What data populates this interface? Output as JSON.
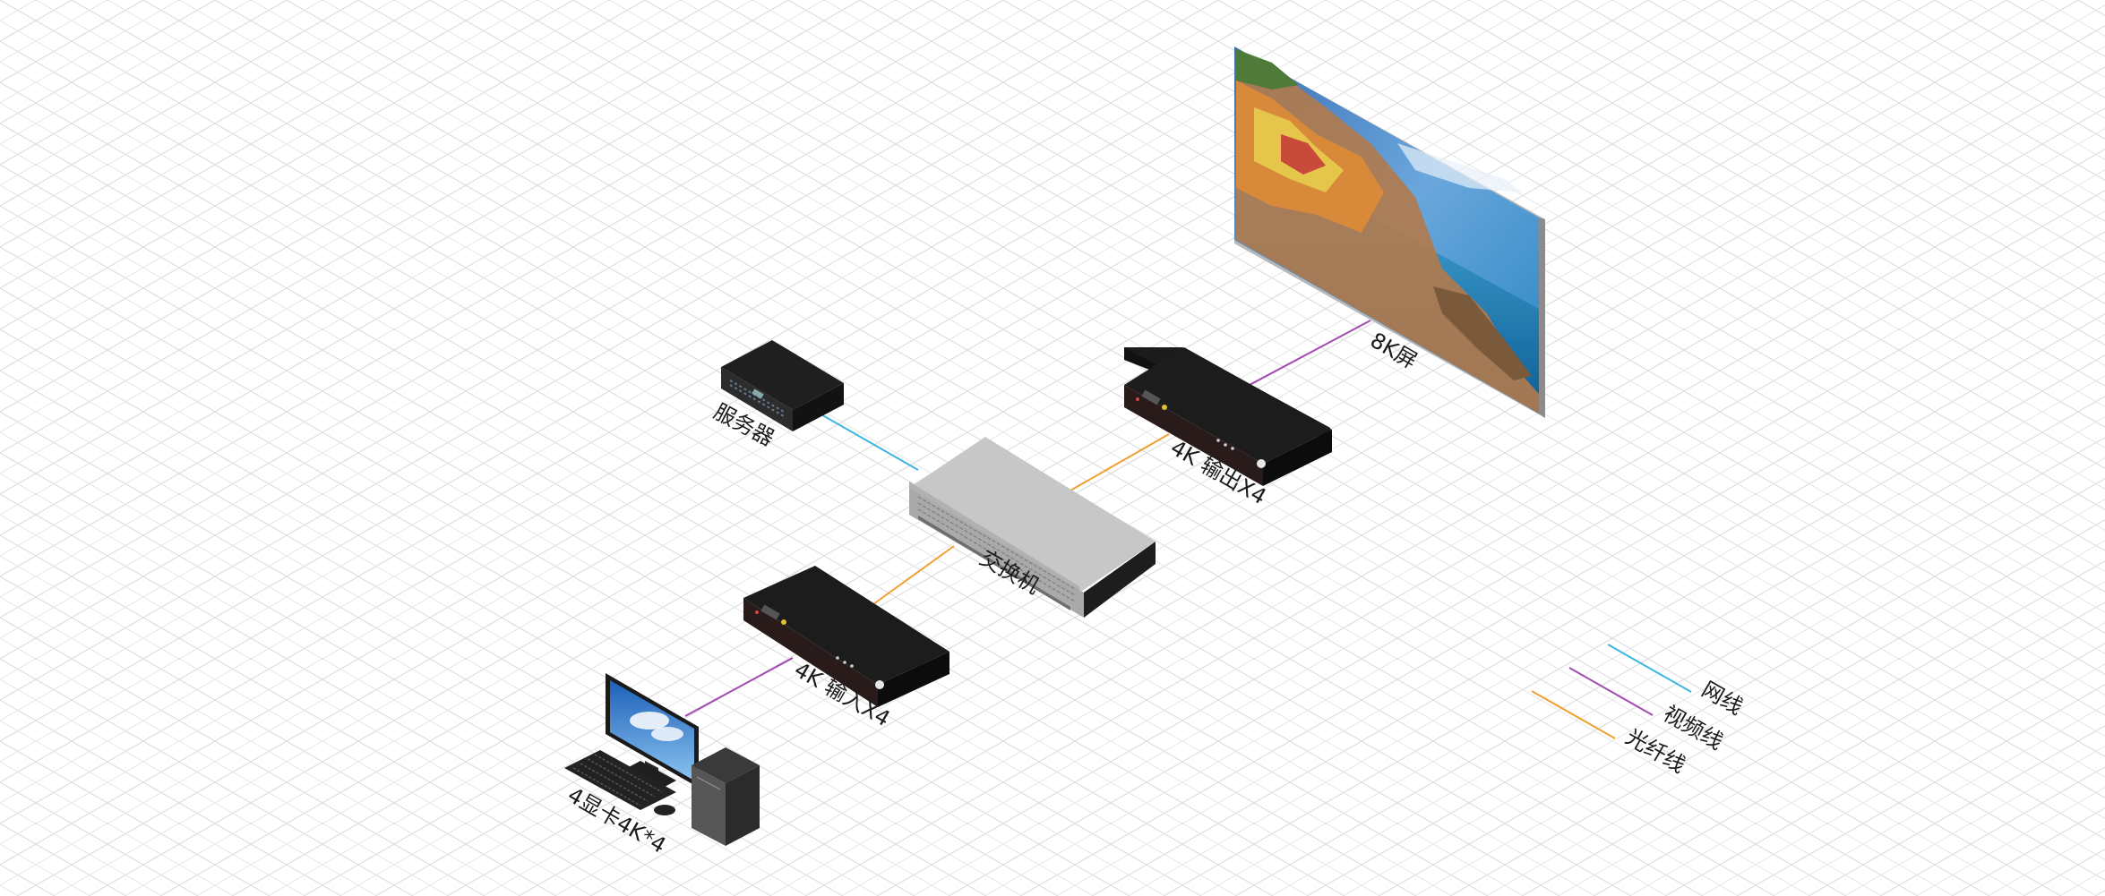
{
  "nodes": {
    "server": {
      "label": "服务器"
    },
    "switch": {
      "label": "交换机"
    },
    "output_box": {
      "label": "4K  输出X4"
    },
    "input_box": {
      "label": "4K  输入X4"
    },
    "screen_8k": {
      "label": "8K屏"
    },
    "pc": {
      "label": "4显卡4K*4"
    }
  },
  "legend": {
    "items": [
      {
        "label": "网线",
        "color": "#3db6e3"
      },
      {
        "label": "视频线",
        "color": "#a24bb0"
      },
      {
        "label": "光纤线",
        "color": "#f0a030"
      }
    ]
  },
  "connections": [
    {
      "from": "server",
      "to": "switch",
      "type": "网线"
    },
    {
      "from": "switch",
      "to": "output_box",
      "type": "光纤线"
    },
    {
      "from": "switch",
      "to": "input_box",
      "type": "光纤线"
    },
    {
      "from": "output_box",
      "to": "screen_8k",
      "type": "视频线"
    },
    {
      "from": "input_box",
      "to": "pc",
      "type": "视频线"
    }
  ]
}
